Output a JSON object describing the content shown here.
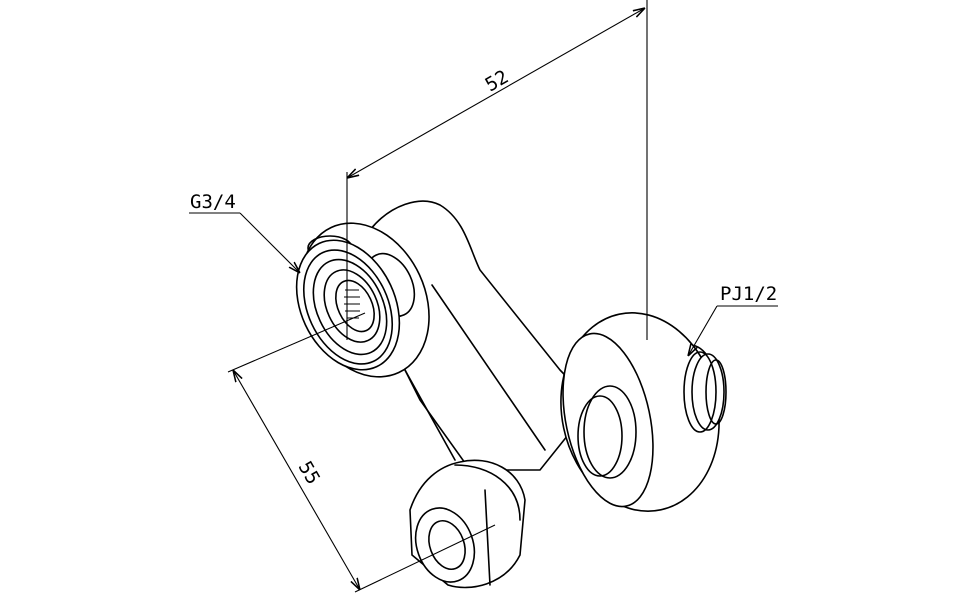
{
  "title": "Shower arm fitting dimension drawing",
  "labels": {
    "thread_inlet": "G3/4",
    "thread_outlet": "PJ1/2"
  },
  "dimensions": {
    "width": "52",
    "height": "55"
  }
}
